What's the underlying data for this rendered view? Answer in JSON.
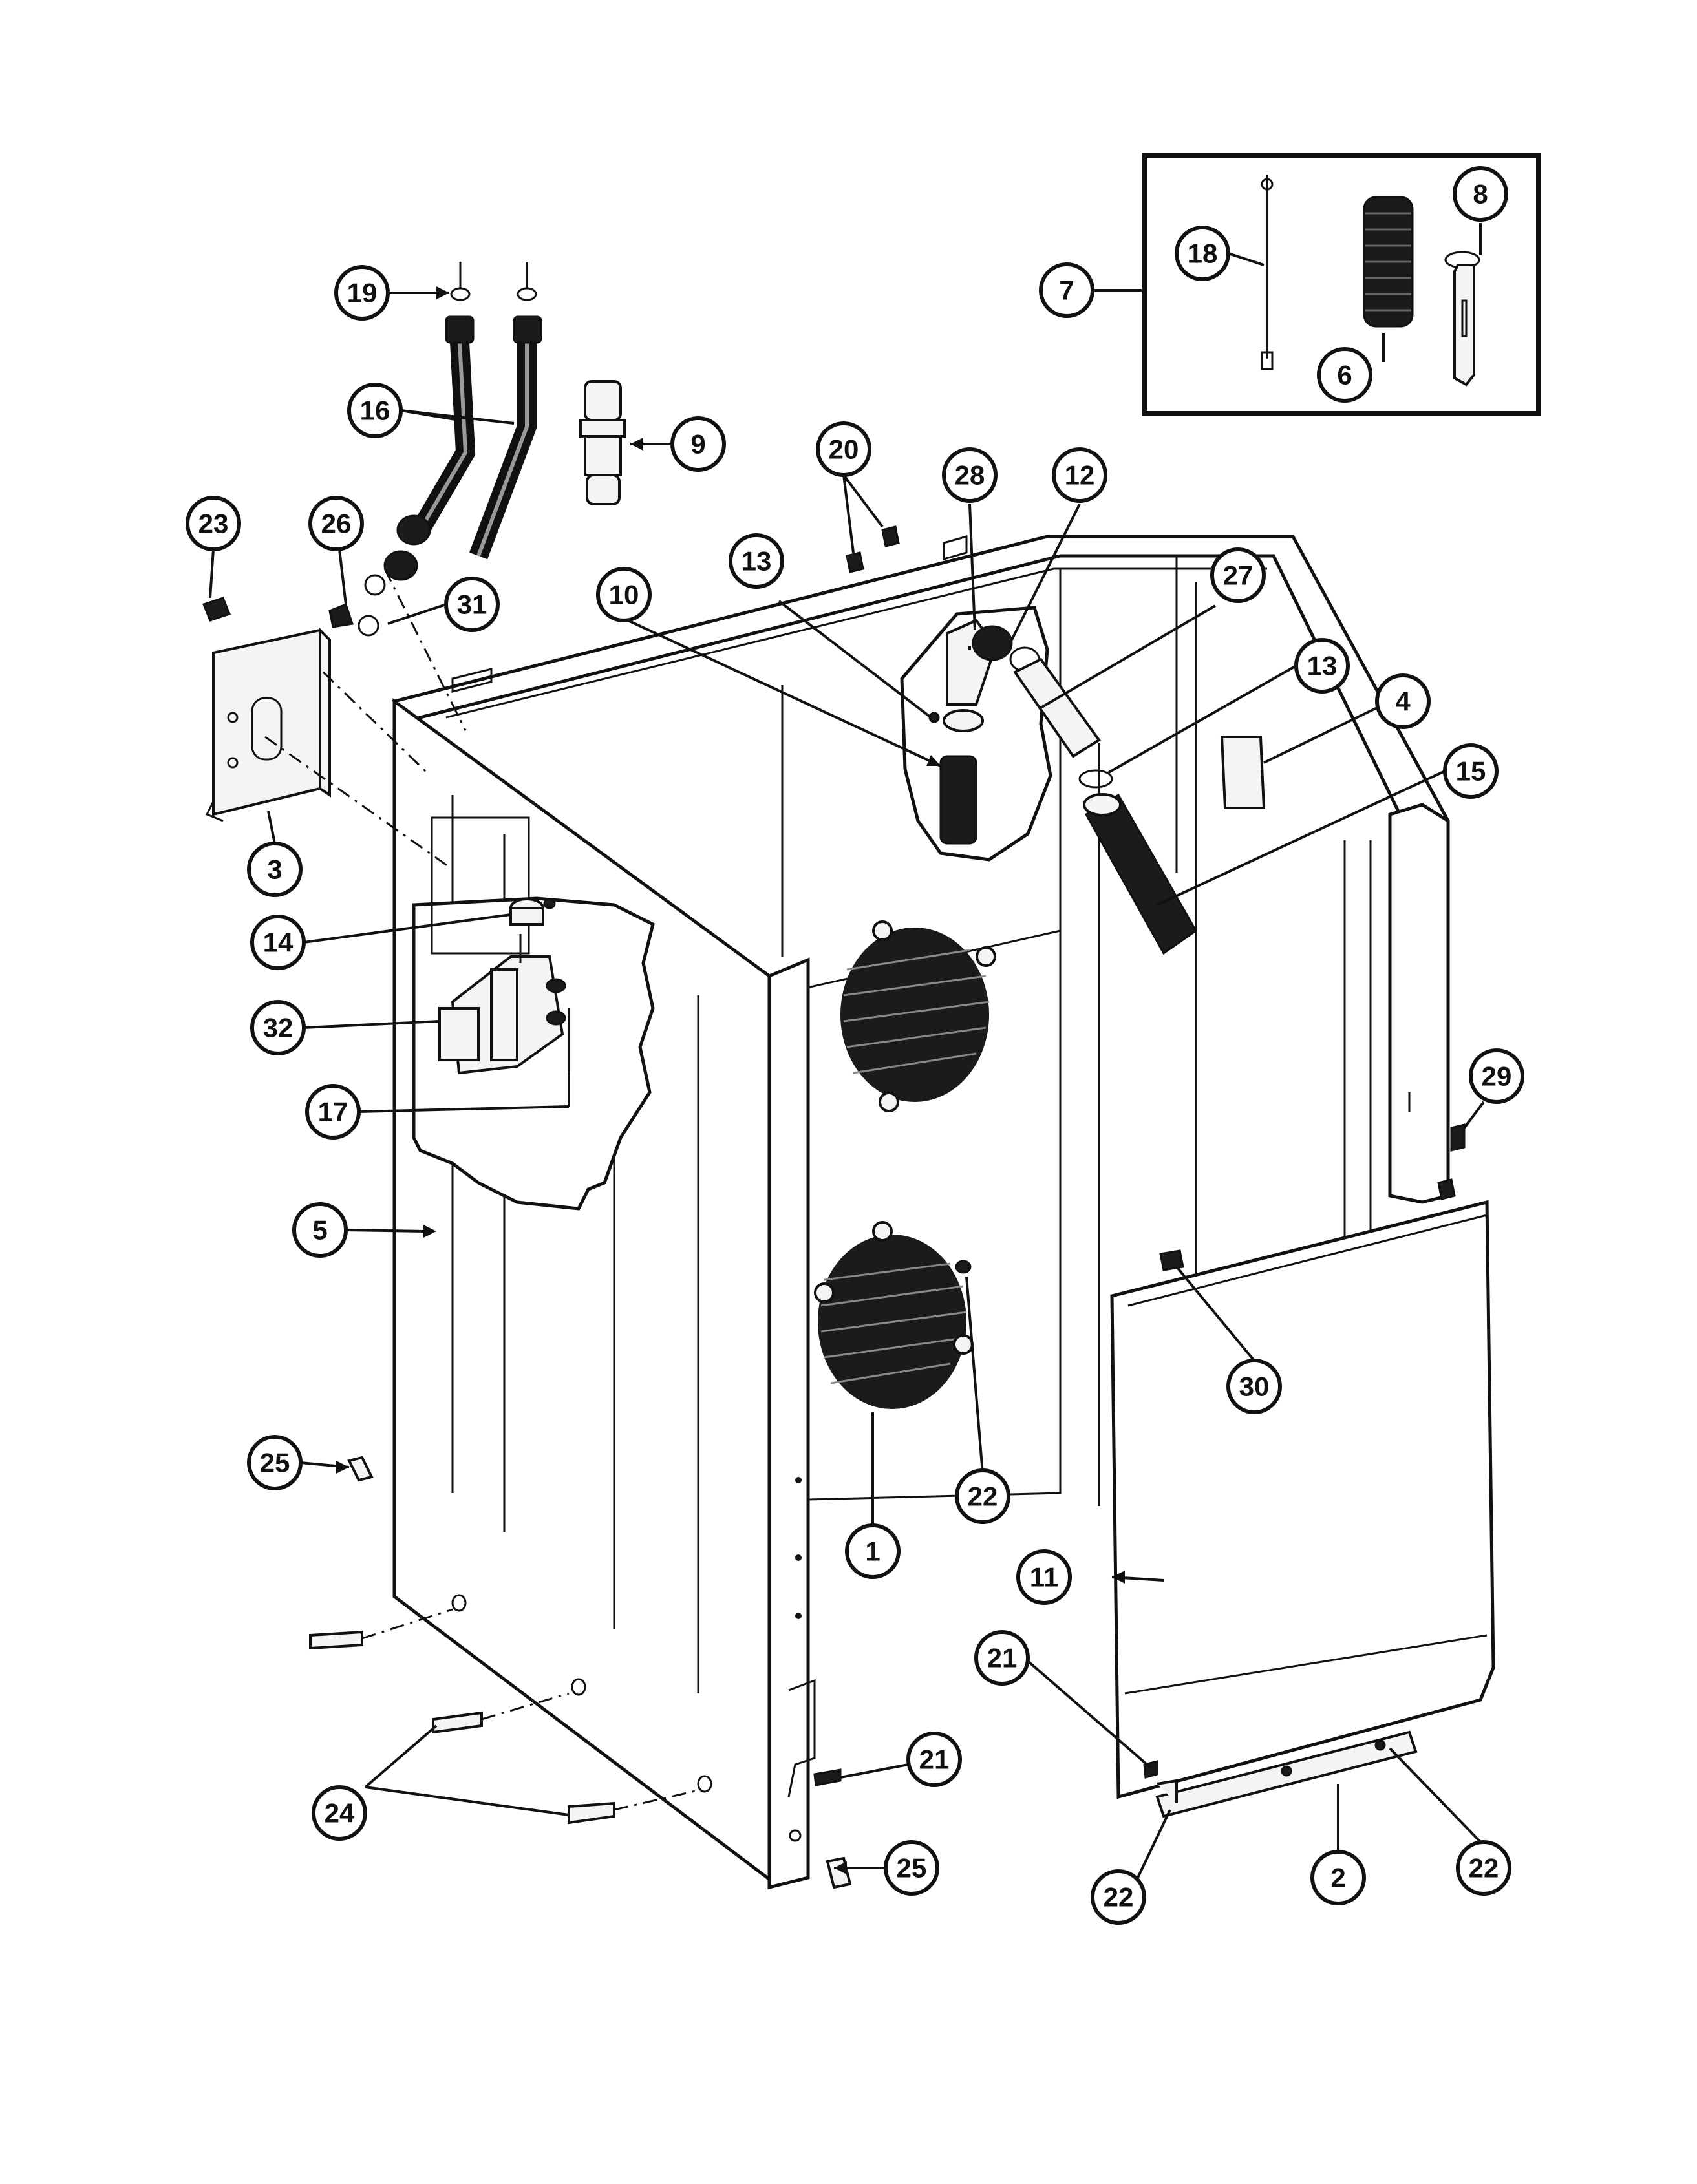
{
  "callouts": [
    {
      "id": "c1",
      "label": "1"
    },
    {
      "id": "c2",
      "label": "2"
    },
    {
      "id": "c3",
      "label": "3"
    },
    {
      "id": "c4",
      "label": "4"
    },
    {
      "id": "c5",
      "label": "5"
    },
    {
      "id": "c6",
      "label": "6"
    },
    {
      "id": "c7",
      "label": "7"
    },
    {
      "id": "c8",
      "label": "8"
    },
    {
      "id": "c9",
      "label": "9"
    },
    {
      "id": "c10",
      "label": "10"
    },
    {
      "id": "c11",
      "label": "11"
    },
    {
      "id": "c12",
      "label": "12"
    },
    {
      "id": "c13a",
      "label": "13"
    },
    {
      "id": "c13b",
      "label": "13"
    },
    {
      "id": "c14",
      "label": "14"
    },
    {
      "id": "c15",
      "label": "15"
    },
    {
      "id": "c16",
      "label": "16"
    },
    {
      "id": "c17",
      "label": "17"
    },
    {
      "id": "c18",
      "label": "18"
    },
    {
      "id": "c19",
      "label": "19"
    },
    {
      "id": "c20",
      "label": "20"
    },
    {
      "id": "c21a",
      "label": "21"
    },
    {
      "id": "c21b",
      "label": "21"
    },
    {
      "id": "c22a",
      "label": "22"
    },
    {
      "id": "c22b",
      "label": "22"
    },
    {
      "id": "c22c",
      "label": "22"
    },
    {
      "id": "c23",
      "label": "23"
    },
    {
      "id": "c24",
      "label": "24"
    },
    {
      "id": "c25a",
      "label": "25"
    },
    {
      "id": "c25b",
      "label": "25"
    },
    {
      "id": "c26",
      "label": "26"
    },
    {
      "id": "c27",
      "label": "27"
    },
    {
      "id": "c28",
      "label": "28"
    },
    {
      "id": "c29",
      "label": "29"
    },
    {
      "id": "c30",
      "label": "30"
    },
    {
      "id": "c31",
      "label": "31"
    },
    {
      "id": "c32",
      "label": "32"
    }
  ]
}
